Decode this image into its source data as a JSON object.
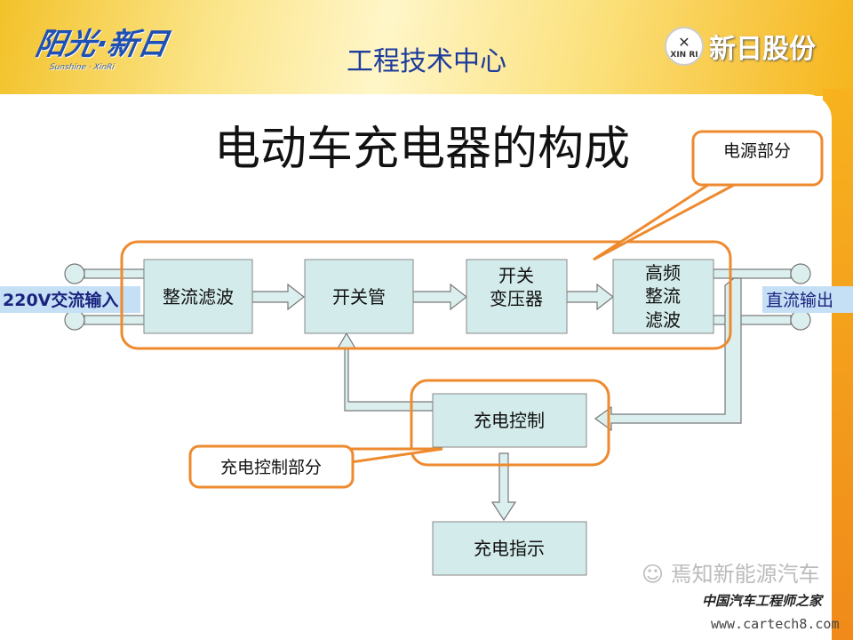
{
  "header": {
    "title": "工程技术中心",
    "logo_left": "阳光·新日",
    "logo_left_sub": "Sunshine · XinRi",
    "logo_right": "新日股份",
    "logo_right_badge": "XIN RI"
  },
  "slide": {
    "title": "电动车充电器的构成"
  },
  "diagram": {
    "input_label": "220V交流输入",
    "output_label": "直流输出",
    "blocks": {
      "rectifier": "整流滤波",
      "switch_tube": "开关管",
      "transformer_l1": "开关",
      "transformer_l2": "变压器",
      "hf_l1": "高频",
      "hf_l2": "整流",
      "hf_l3": "滤波",
      "charge_control": "充电控制",
      "charge_indicator": "充电指示"
    },
    "callouts": {
      "power_section": "电源部分",
      "control_section": "充电控制部分"
    },
    "colors": {
      "block_fill": "#d3ebeb",
      "frame": "#ee8a2e",
      "arrow_fill": "#dcefef",
      "label_fill": "#c5dff5"
    }
  },
  "watermark": {
    "wechat": "焉知新能源汽车",
    "site_name": "中国汽车工程师之家",
    "url": "www.cartech8.com"
  }
}
